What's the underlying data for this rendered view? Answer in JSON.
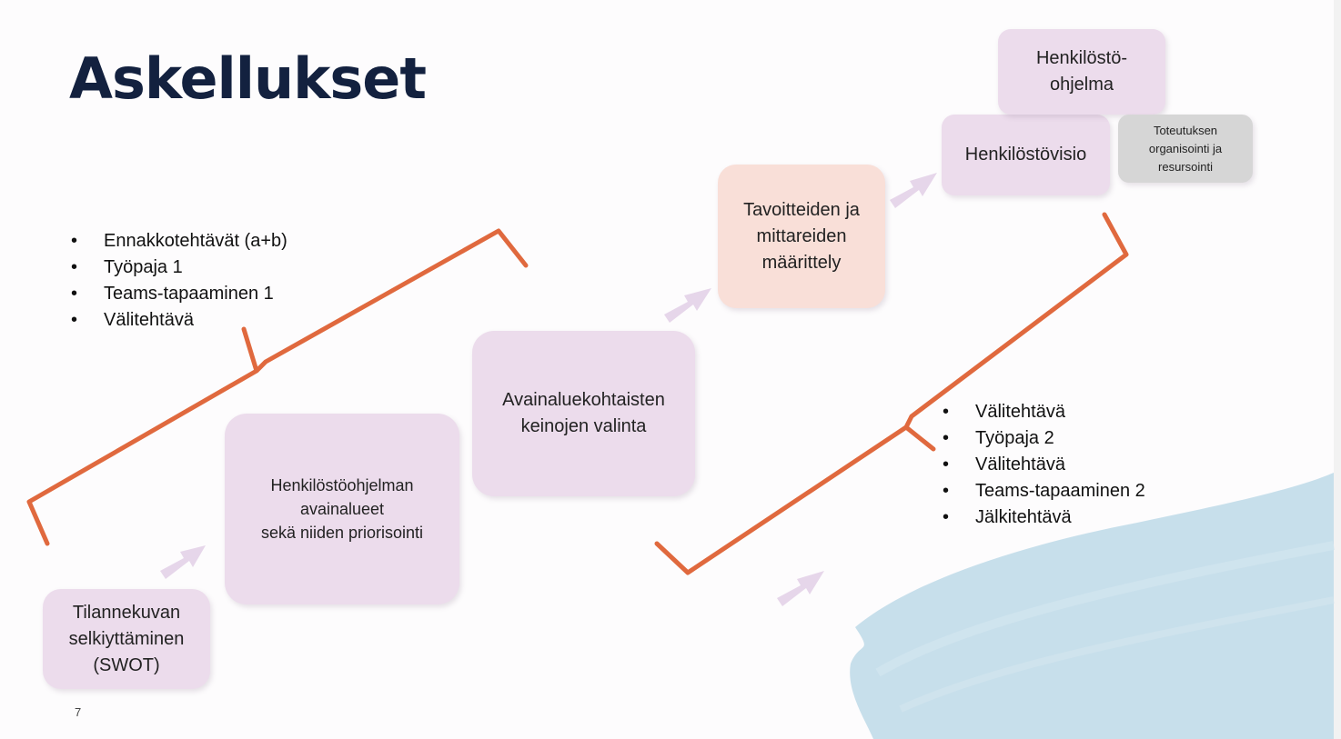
{
  "slide": {
    "title": "Askellukset",
    "page_number": "7"
  },
  "steps": [
    {
      "id": "swot",
      "label": "Tilannekuvan\nselkiyttäminen\n(SWOT)"
    },
    {
      "id": "avainalueet",
      "label": "Henkilöstöohjelman\navainalueet\nsekä niiden priorisointi"
    },
    {
      "id": "keinot",
      "label": "Avainaluekohtaisten\nkeinojen valinta"
    },
    {
      "id": "tavoitteet",
      "label": "Tavoitteiden ja\nmittareiden\nmäärittely"
    },
    {
      "id": "visio",
      "label": "Henkilöstövisio"
    },
    {
      "id": "ohjelma",
      "label": "Henkilöstö-\nohjelma"
    },
    {
      "id": "toteutus",
      "label": "Toteutuksen\norganisointi ja\nresursointi"
    }
  ],
  "tasks_phase1": [
    "Ennakkotehtävät (a+b)",
    "Työpaja 1",
    "Teams-tapaaminen 1",
    "Välitehtävä"
  ],
  "tasks_phase2": [
    "Välitehtävä",
    "Työpaja 2",
    "Välitehtävä",
    "Teams-tapaaminen 2",
    "Jälkitehtävä"
  ],
  "colors": {
    "title": "#13213f",
    "step_box": "#ecdcec",
    "goal_box": "#f9dfd8",
    "grey_box": "#d6d6d6",
    "bracket": "#e0693e",
    "arrow": "#e6d6ea",
    "brush": "#bdd9e7"
  }
}
